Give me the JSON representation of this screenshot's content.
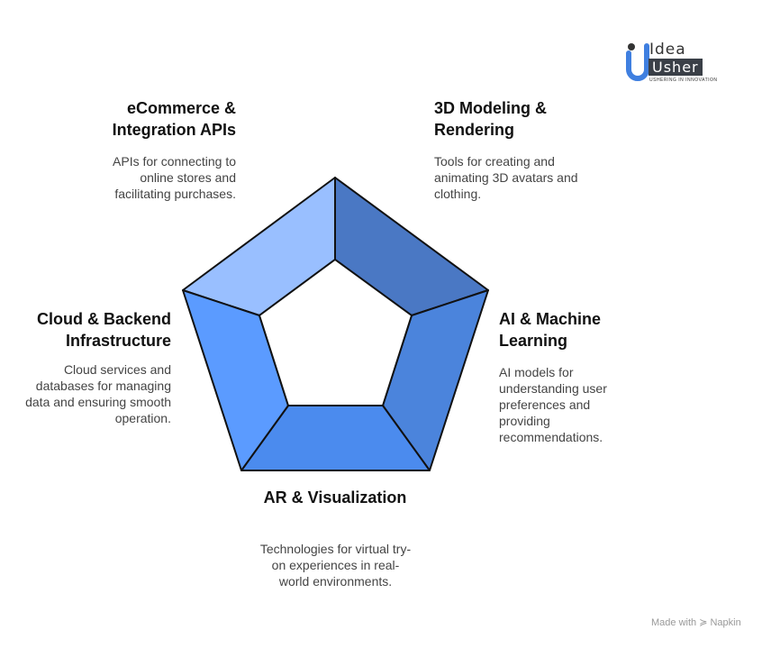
{
  "segments": [
    {
      "title": "eCommerce & Integration APIs",
      "desc": "APIs for connecting to online stores and facilitating purchases.",
      "color": "#99BFFF"
    },
    {
      "title": "3D Modeling & Rendering",
      "desc": "Tools for creating and animating 3D avatars and clothing.",
      "color": "#4A78C4"
    },
    {
      "title": "AI & Machine Learning",
      "desc": "AI models for understanding user preferences and providing recommendations.",
      "color": "#4B84DC"
    },
    {
      "title": "AR & Visualization",
      "desc": "Technologies for virtual try-on experiences in real-world environments.",
      "color": "#4B8BEE"
    },
    {
      "title": "Cloud & Backend Infrastructure",
      "desc": "Cloud services and databases for managing data and ensuring smooth operation.",
      "color": "#5B9BFF"
    }
  ],
  "logo": {
    "word1": "Idea",
    "word2": "Usher",
    "tagline": "USHERING IN INNOVATION"
  },
  "footer": {
    "text": "Made with",
    "brand": "Napkin"
  }
}
